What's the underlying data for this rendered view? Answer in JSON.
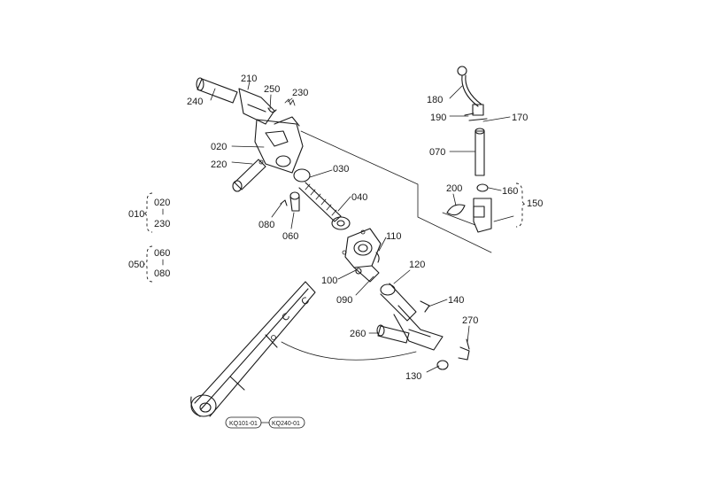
{
  "diagram": {
    "parts": {
      "p180": "180",
      "p190": "190",
      "p170": "170",
      "p070": "070",
      "p200": "200",
      "p160": "160",
      "p150": "150",
      "p240": "240",
      "p210": "210",
      "p250": "250",
      "p230": "230",
      "p020": "020",
      "p220": "220",
      "p030": "030",
      "p040": "040",
      "p080": "080",
      "p060": "060",
      "p110": "110",
      "p120": "120",
      "p100": "100",
      "p090": "090",
      "p140": "140",
      "p270": "270",
      "p260": "260",
      "p130": "130"
    },
    "groups": {
      "g010": {
        "id": "010",
        "items": [
          "020",
          "230"
        ]
      },
      "g050": {
        "id": "050",
        "items": [
          "060",
          "080"
        ]
      }
    },
    "refs": {
      "ref1": "KQ101-01",
      "ref2": "KQ240-01"
    },
    "arm_letters": {
      "c1": "C",
      "c2": "C"
    }
  }
}
